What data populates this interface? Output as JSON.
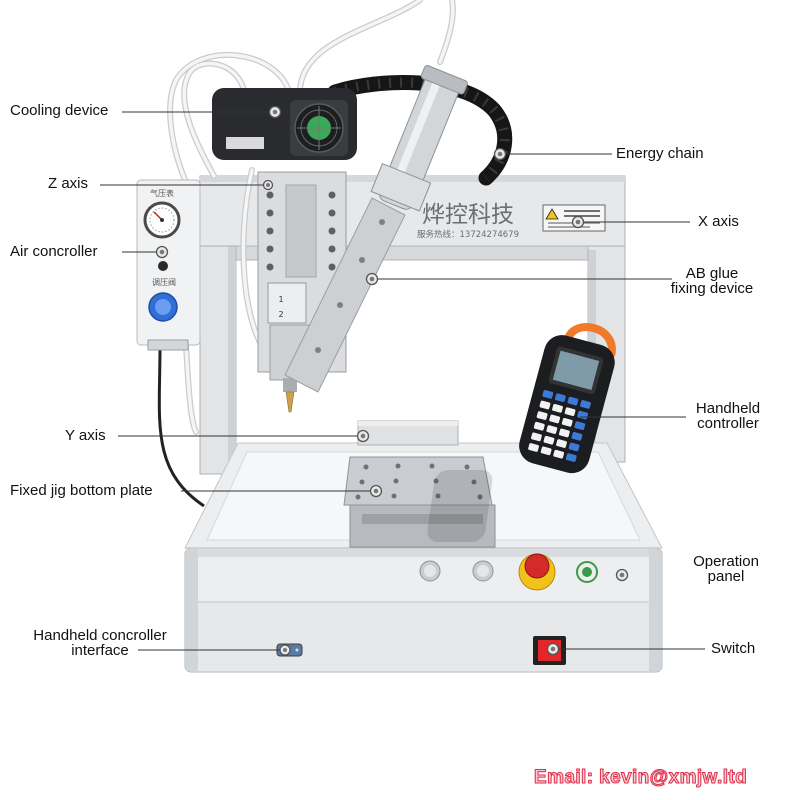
{
  "labels": {
    "cooling_device": "Cooling device",
    "z_axis": "Z axis",
    "air_controller": "Air concroller",
    "y_axis": "Y axis",
    "fixed_jig_bottom_plate": "Fixed jig bottom plate",
    "handheld_controller_interface": [
      "Handheld concroller",
      "interface"
    ],
    "energy_chain": "Energy chain",
    "x_axis": "X axis",
    "ab_glue_fixing_device": [
      "AB glue",
      "fixing device"
    ],
    "handheld_controller": [
      "Handheld",
      "controller"
    ],
    "operation_panel": [
      "Operation",
      "panel"
    ],
    "switch": "Switch"
  },
  "machine_text": {
    "brand": "烨控科技",
    "hotline": "服务热线：13724274679",
    "gauge_label": "气压表",
    "valve_label": "调压阀",
    "z_block_marks": [
      "1",
      "2"
    ]
  },
  "footer": {
    "email": "Email: kevin@xmjw.ltd"
  },
  "colors": {
    "label_text": "#111111",
    "email_fill": "#f9cdd6",
    "email_outline": "#e0304c",
    "fan_green": "#3aa95a",
    "estop_red": "#d42a2a",
    "estop_yellow": "#f2c21b",
    "switch_red": "#e3262a",
    "knob_blue": "#2f6fd6",
    "handle_orange": "#f07a2a"
  }
}
